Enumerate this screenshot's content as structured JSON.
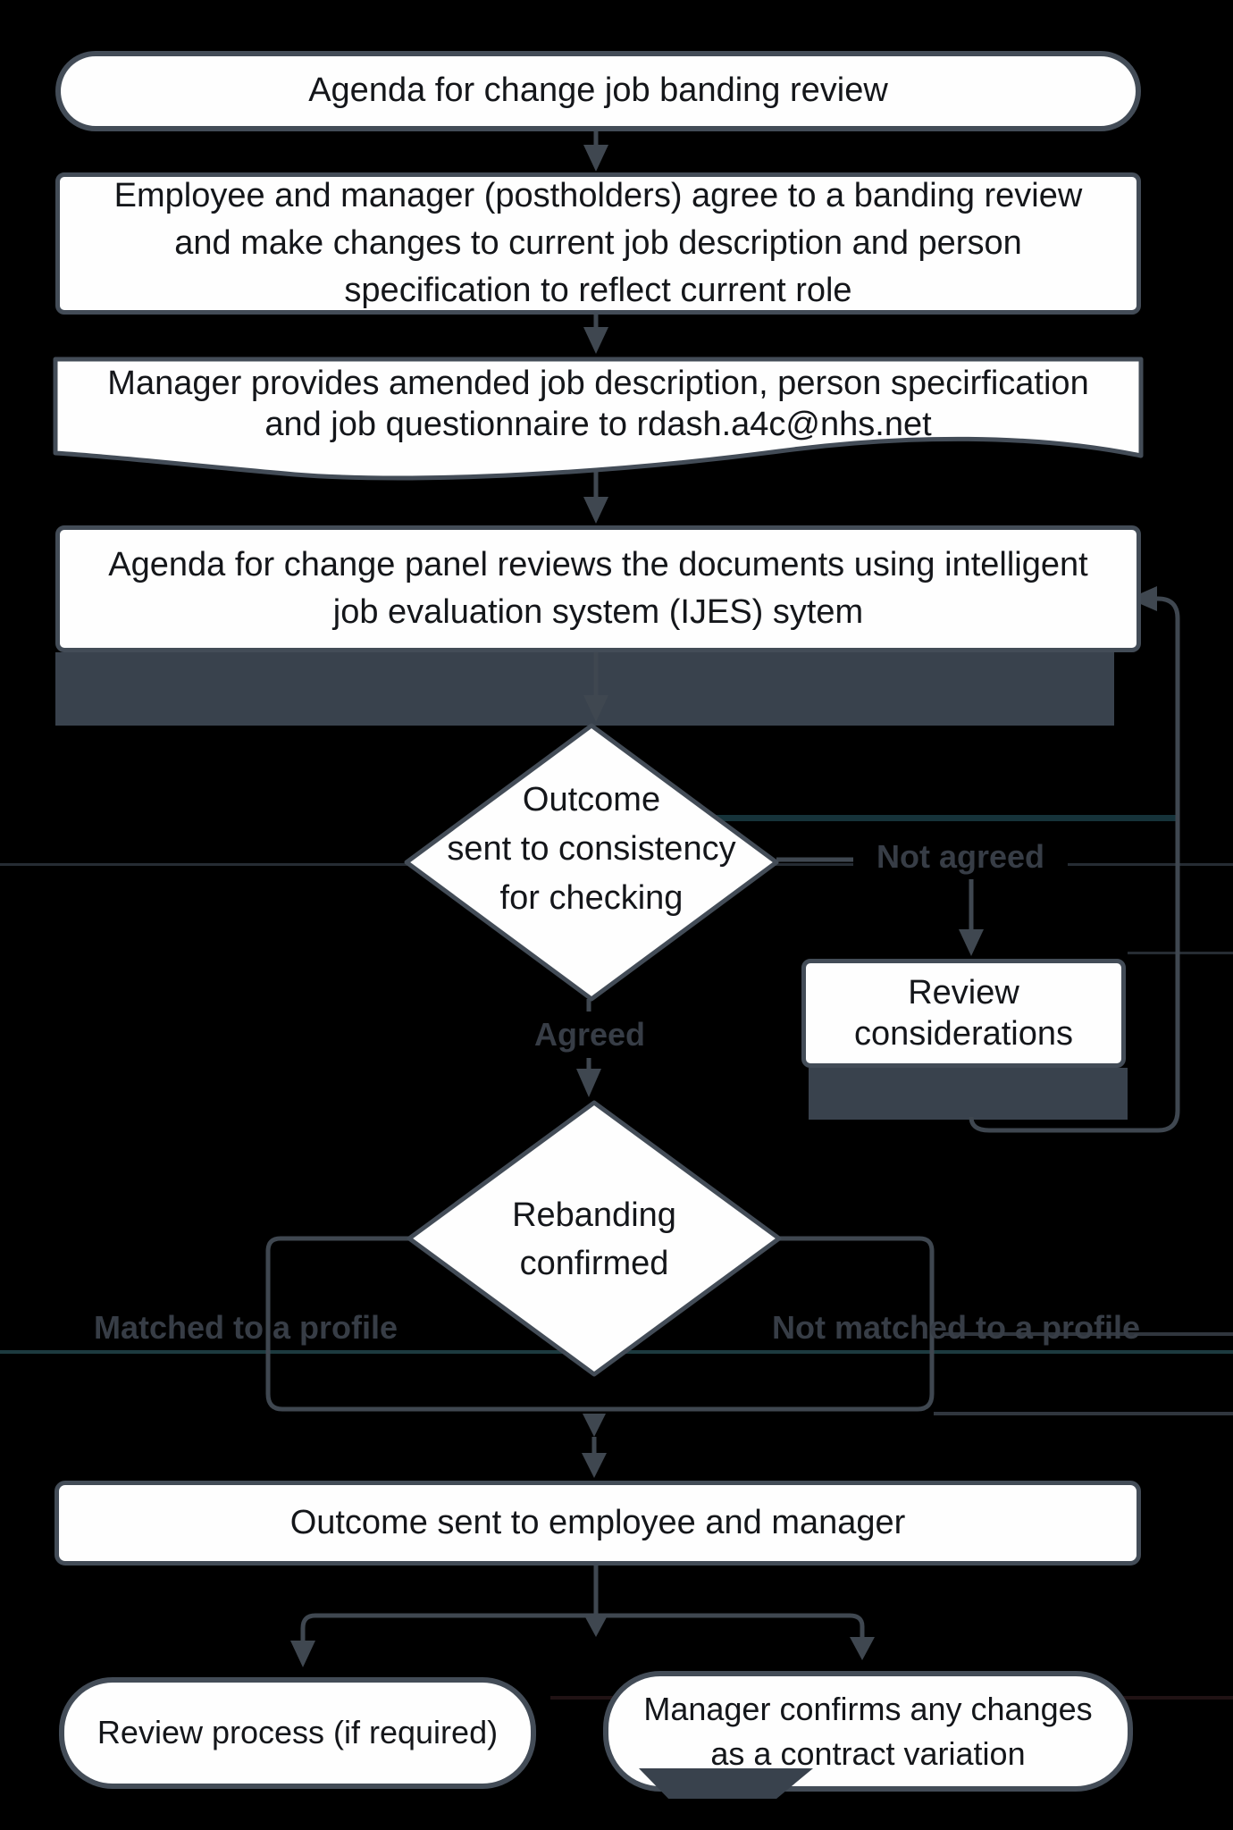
{
  "colors": {
    "background": "#000000",
    "node_fill": "#fefefe",
    "node_border": "#434c57",
    "connector": "#3f4750",
    "selection_band": "#39424d",
    "node_text": "#14161a",
    "edge_label_text": "#373d46",
    "teal_artifact_line": "#1d3a3f"
  },
  "nodes": {
    "start": {
      "type": "stadium",
      "label": "Agenda for change job banding review"
    },
    "agree_review": {
      "type": "process",
      "lines": [
        "Employee and manager (postholders) agree to a banding review",
        "and make changes to current job description and person",
        "specification to reflect current role"
      ]
    },
    "provide_documents": {
      "type": "document",
      "lines": [
        "Manager provides amended job description, person specirfication",
        "and job questionnaire to rdash.a4c@nhs.net"
      ]
    },
    "panel_review": {
      "type": "process",
      "lines": [
        "Agenda for change panel reviews the documents using intelligent",
        "job evaluation system (IJES) sytem"
      ]
    },
    "consistency_check": {
      "type": "decision",
      "lines": [
        "Outcome",
        "sent to consistency",
        "for checking"
      ]
    },
    "review_considerations": {
      "type": "process",
      "lines": [
        "Review",
        "considerations"
      ]
    },
    "rebanding_confirmed": {
      "type": "decision",
      "lines": [
        "Rebanding",
        "confirmed"
      ]
    },
    "outcome_sent": {
      "type": "process",
      "label": "Outcome sent to employee and manager"
    },
    "review_process": {
      "type": "stadium",
      "label": "Review process (if required)"
    },
    "contract_variation": {
      "type": "stadium",
      "lines": [
        "Manager confirms any changes",
        "as a contract variation"
      ]
    }
  },
  "edge_labels": {
    "not_agreed": "Not agreed",
    "agreed": "Agreed",
    "matched": "Matched to a profile",
    "not_matched": "Not matched to a profile"
  }
}
